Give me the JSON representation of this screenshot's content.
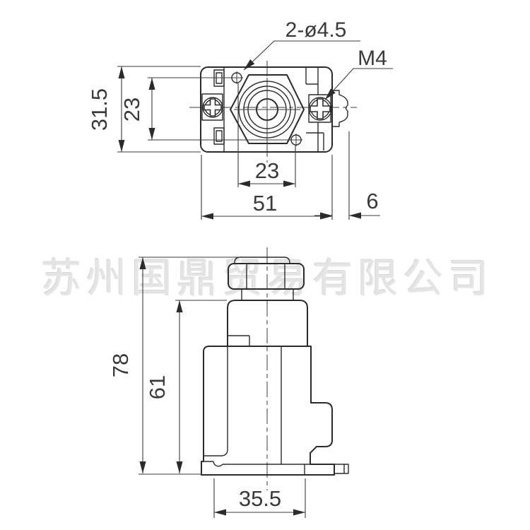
{
  "watermark": {
    "text": "苏州国鼎贸易有限公司"
  },
  "views": {
    "top": {
      "callouts": {
        "holes": "2-ø4.5",
        "thread": "M4"
      },
      "dims": {
        "overall_height": "31.5",
        "hole_pitch_vertical": "23",
        "hole_pitch_horizontal": "23",
        "overall_width": "51",
        "clip_offset": "6"
      }
    },
    "front": {
      "dims": {
        "overall_height": "78",
        "body_height": "61",
        "base_width": "35.5"
      }
    }
  },
  "colors": {
    "line": "#2b2b2b",
    "dim_text": "#3a3a3a",
    "watermark": "#e4e4e4",
    "background": "#ffffff"
  }
}
